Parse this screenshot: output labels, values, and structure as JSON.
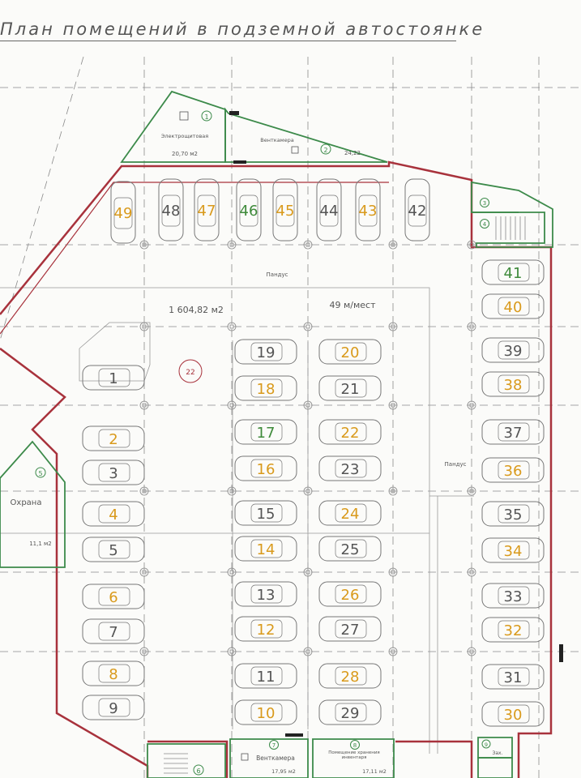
{
  "page": {
    "title": "План помещений в подземной автостоянке"
  },
  "colors": {
    "wall_red": "#a8323c",
    "room_green": "#3c8a4a",
    "grid": "#777777",
    "car_outline": "#777777",
    "num_gray": "#555555",
    "num_orange": "#d99a1c",
    "num_green": "#3e8a3a"
  },
  "rooms": {
    "r1": {
      "marker": "1",
      "label": "Электрощитовая",
      "area": "20,70 м2"
    },
    "r2": {
      "marker": "2",
      "label": "Венткамера",
      "area": "24,22"
    },
    "r3": {
      "marker": "3",
      "label": "",
      "area": ""
    },
    "r4": {
      "marker": "4",
      "label": "",
      "area": ""
    },
    "r5": {
      "marker": "5",
      "label": "Охрана",
      "area": "11,1 м2"
    },
    "r6": {
      "marker": "6",
      "label": "",
      "area": ""
    },
    "r7": {
      "marker": "7",
      "label": "Венткамера",
      "area": "17,95 м2"
    },
    "r8": {
      "marker": "8",
      "label": "Помещение хранения инвентаря",
      "area": "17,11 м2"
    },
    "r9": {
      "marker": "9",
      "label": "Зах.",
      "area": ""
    },
    "main_marker": "22"
  },
  "hall": {
    "area": "1 604,82 м2",
    "spaces_count": "49 м/мест",
    "ramp_label_top": "Пандус",
    "ramp_label_right": "Пандус"
  },
  "parking": {
    "spaces": [
      {
        "num": "1",
        "color": "gray"
      },
      {
        "num": "2",
        "color": "orange"
      },
      {
        "num": "3",
        "color": "gray"
      },
      {
        "num": "4",
        "color": "orange"
      },
      {
        "num": "5",
        "color": "gray"
      },
      {
        "num": "6",
        "color": "orange"
      },
      {
        "num": "7",
        "color": "gray"
      },
      {
        "num": "8",
        "color": "orange"
      },
      {
        "num": "9",
        "color": "gray"
      },
      {
        "num": "10",
        "color": "orange"
      },
      {
        "num": "11",
        "color": "gray"
      },
      {
        "num": "12",
        "color": "orange"
      },
      {
        "num": "13",
        "color": "gray"
      },
      {
        "num": "14",
        "color": "orange"
      },
      {
        "num": "15",
        "color": "gray"
      },
      {
        "num": "16",
        "color": "orange"
      },
      {
        "num": "17",
        "color": "green"
      },
      {
        "num": "18",
        "color": "orange"
      },
      {
        "num": "19",
        "color": "gray"
      },
      {
        "num": "20",
        "color": "orange"
      },
      {
        "num": "21",
        "color": "gray"
      },
      {
        "num": "22",
        "color": "orange"
      },
      {
        "num": "23",
        "color": "gray"
      },
      {
        "num": "24",
        "color": "orange"
      },
      {
        "num": "25",
        "color": "gray"
      },
      {
        "num": "26",
        "color": "orange"
      },
      {
        "num": "27",
        "color": "gray"
      },
      {
        "num": "28",
        "color": "orange"
      },
      {
        "num": "29",
        "color": "gray"
      },
      {
        "num": "30",
        "color": "orange"
      },
      {
        "num": "31",
        "color": "gray"
      },
      {
        "num": "32",
        "color": "orange"
      },
      {
        "num": "33",
        "color": "gray"
      },
      {
        "num": "34",
        "color": "orange"
      },
      {
        "num": "35",
        "color": "gray"
      },
      {
        "num": "36",
        "color": "orange"
      },
      {
        "num": "37",
        "color": "gray"
      },
      {
        "num": "38",
        "color": "orange"
      },
      {
        "num": "39",
        "color": "gray"
      },
      {
        "num": "40",
        "color": "orange"
      },
      {
        "num": "41",
        "color": "green"
      },
      {
        "num": "42",
        "color": "gray"
      },
      {
        "num": "43",
        "color": "orange"
      },
      {
        "num": "44",
        "color": "gray"
      },
      {
        "num": "45",
        "color": "orange"
      },
      {
        "num": "46",
        "color": "green"
      },
      {
        "num": "47",
        "color": "orange"
      },
      {
        "num": "48",
        "color": "gray"
      },
      {
        "num": "49",
        "color": "orange"
      }
    ]
  }
}
